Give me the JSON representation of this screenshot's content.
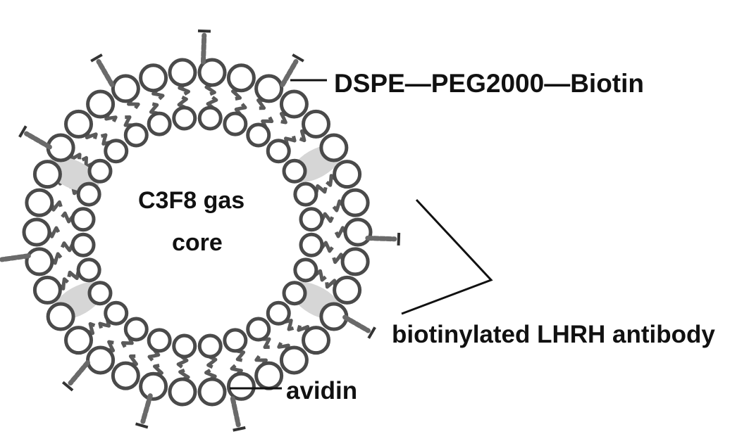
{
  "labels": {
    "lipid": "DSPE—PEG2000—Biotin",
    "core_line1": "C3F8 gas",
    "core_line2": "core",
    "antibody": "biotinylated LHRH antibody",
    "avidin": "avidin"
  },
  "colors": {
    "background": "#ffffff",
    "lipid_tail": "#5a5a5a",
    "head_fill": "#ffffff",
    "head_stroke": "#4a4a4a",
    "protein_patch": "#d6d6d6",
    "ligand": "#6a6a6a",
    "leader_line": "#111111"
  }
}
